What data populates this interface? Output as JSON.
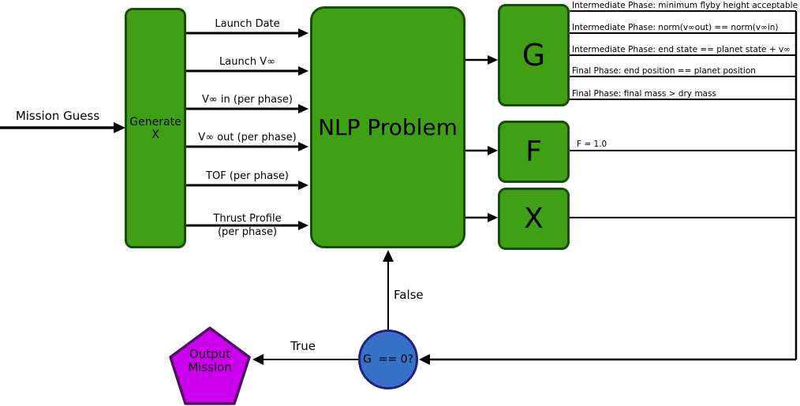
{
  "flow": {
    "mission_guess_label": "Mission Guess",
    "generate_label": "Generate\nX",
    "nlp_label": "NLP Problem",
    "inputs": [
      {
        "label": "Launch Date"
      },
      {
        "label": "Launch V∞"
      },
      {
        "label": "V∞ in (per phase)"
      },
      {
        "label": "V∞ out (per phase)"
      },
      {
        "label": "TOF (per phase)"
      },
      {
        "label": "Thrust Profile\n(per phase)"
      }
    ],
    "outputs": {
      "g": "G",
      "f": "F",
      "x": "X"
    },
    "constraints": [
      "Intermediate Phase: minimum flyby height acceptable",
      "Intermediate Phase: norm(v∞out) == norm(v∞in)",
      "Intermediate Phase: end state == planet state + v∞",
      "Final Phase: end position == planet position",
      "Final Phase: final mass > dry mass"
    ],
    "objective_label": "F = 1.0",
    "decision_label": "G  == 0?",
    "true_label": "True",
    "false_label": "False",
    "output_label": "Output\nMission",
    "colors": {
      "node_fill": "#3FA016",
      "node_border": "#174E07",
      "decision_fill": "#3771C8",
      "decision_border": "#20227B",
      "pentagon_fill": "#CC00EE",
      "pentagon_border": "#4E1060",
      "line": "#000000"
    }
  }
}
